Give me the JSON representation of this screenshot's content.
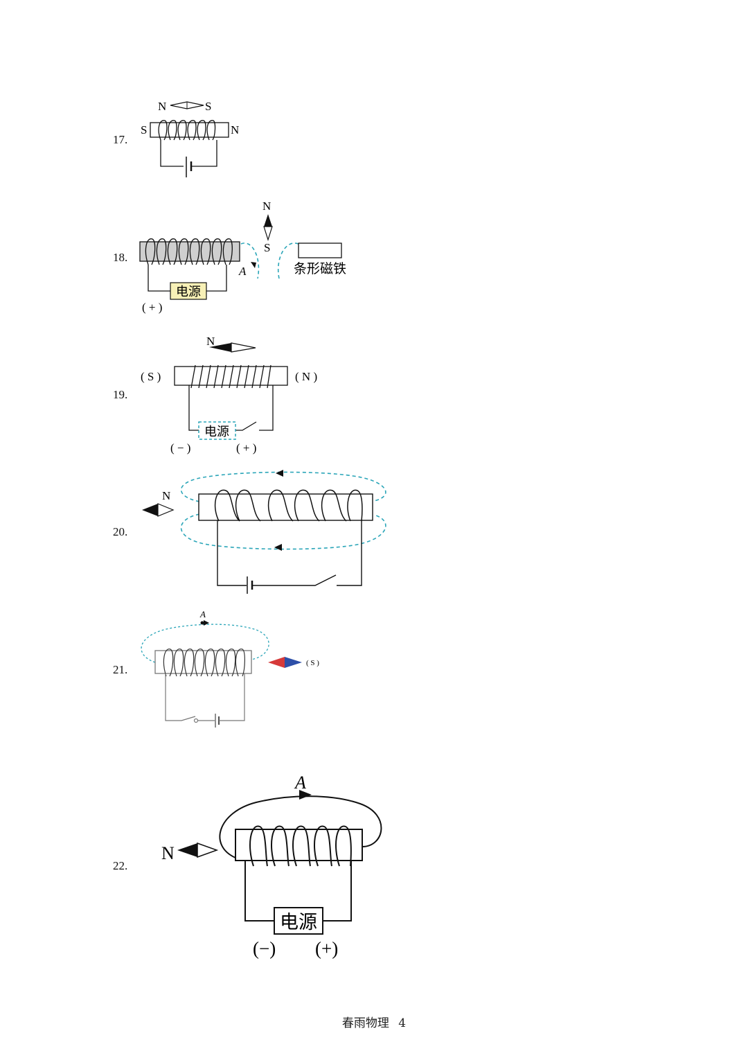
{
  "items": [
    {
      "number": "17.",
      "labels": {
        "compass_n": "N",
        "compass_s": "S",
        "left": "S",
        "right": "N"
      }
    },
    {
      "number": "18.",
      "labels": {
        "compass_n": "N",
        "compass_s": "S",
        "point": "A",
        "power": "电源",
        "magnet": "条形磁铁",
        "terminal": "( + )"
      }
    },
    {
      "number": "19.",
      "labels": {
        "needle": "N",
        "left": "( S )",
        "right": "( N )",
        "power": "电源",
        "term_left": "( − )",
        "term_right": "( + )"
      }
    },
    {
      "number": "20.",
      "labels": {
        "needle": "N"
      }
    },
    {
      "number": "21.",
      "labels": {
        "point": "A",
        "needle": "( S )"
      }
    },
    {
      "number": "22.",
      "labels": {
        "point": "A",
        "needle": "N",
        "power": "电源",
        "term_left": "(−)",
        "term_right": "(+)"
      }
    }
  ],
  "footer": {
    "title": "春雨物理",
    "page": "4"
  },
  "colors": {
    "field_line": "#2aa5b8",
    "power_fill": "#f7f0b6",
    "core_grey": "#cfcfcf",
    "needle_red": "#d63a3a",
    "needle_blue": "#2d4fa8"
  }
}
